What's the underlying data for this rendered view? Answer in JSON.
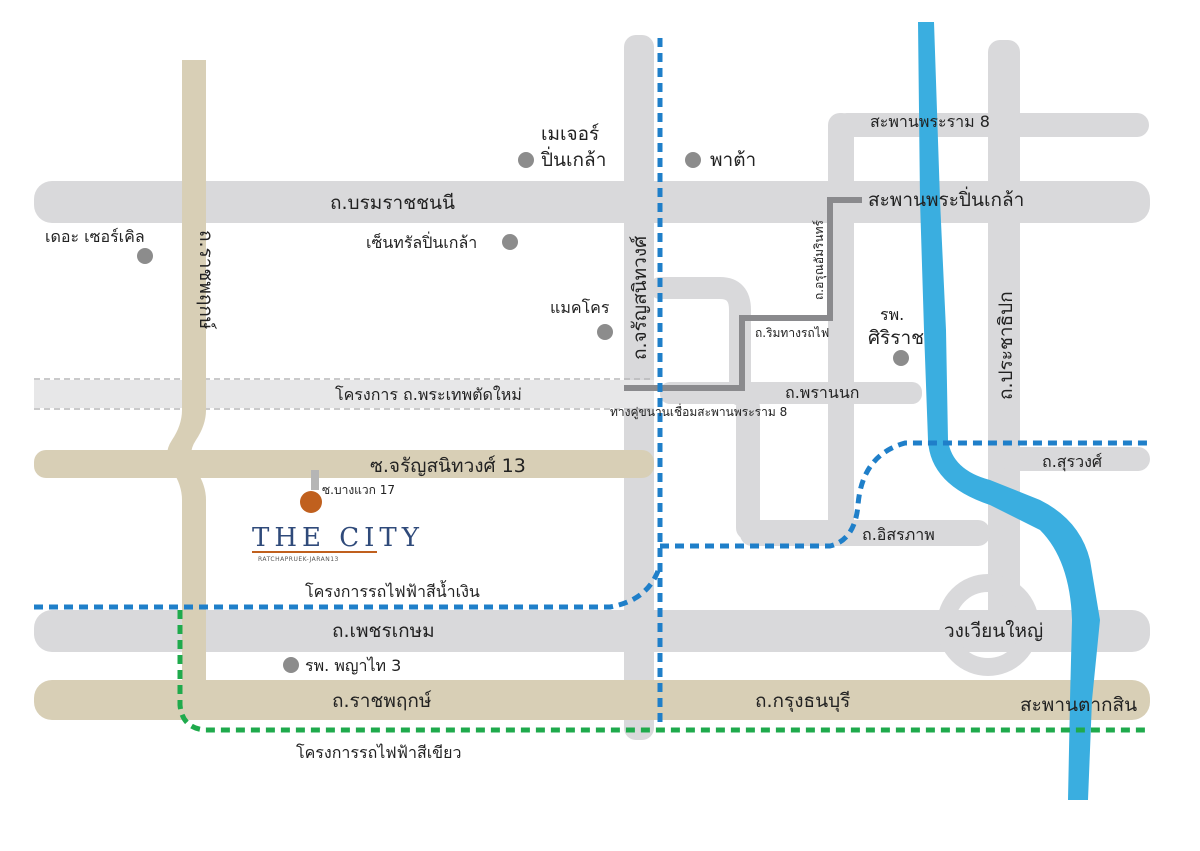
{
  "colors": {
    "road_gray": "#d9d9db",
    "road_beige": "#d8cfb6",
    "road_beige_dark": "#cfc6a9",
    "connector_dark": "#8a8a8d",
    "river": "#3aaee0",
    "blue_line": "#1f7fc9",
    "green_line": "#1faa4c",
    "poi_dot": "#8c8c8c",
    "site_dot": "#c0601e",
    "logo_blue": "#2f4a7a",
    "logo_accent": "#c0601e"
  },
  "roads": {
    "borommaratchachonnani": "ถ.บรมราชชนนี",
    "ratchaphruek_vertical": "ถ.ราชพฤกษ์",
    "charansanitwong_vertical": "ถ.จรัญสนิทวงศ์",
    "arun_amarin": "ถ.อรุณอัมรินทร์",
    "rim_thang_rot_fai": "ถ.ริมทางรถไฟ",
    "phrannok": "ถ.พรานนก",
    "phra_ram_8_link": "ทางคู่ขนานเชื่อมสะพานพระราม 8",
    "new_phetkasem_project": "โครงการ ถ.พระเทพตัดใหม่",
    "soi_charan_13": "ซ.จรัญสนิทวงศ์ 13",
    "soi_bang_waek_17": "ซ.บางแวก 17",
    "phetkasem": "ถ.เพชรเกษม",
    "ratchaphruek_horizontal": "ถ.ราชพฤกษ์",
    "krung_thonburi": "ถ.กรุงธนบุรี",
    "isaraphap": "ถ.อิสรภาพ",
    "surawong": "ถ.สุรวงศ์",
    "prachathipok": "ถ.ประชาธิปก"
  },
  "bridges": {
    "rama_8": "สะพานพระราม 8",
    "pinklao": "สะพานพระปิ่นเกล้า",
    "taksin": "สะพานตากสิน"
  },
  "landmarks": {
    "wongwian_yai": "วงเวียนใหญ่",
    "major_line1": "เมเจอร์",
    "major_line2": "ปิ่นเกล้า",
    "pata": "พาต้า",
    "central_pinklao": "เซ็นทรัลปิ่นเกล้า",
    "the_circle": "เดอะ เซอร์เคิล",
    "makro": "แมคโคร",
    "siriraj_line1": "รพ.",
    "siriraj_line2": "ศิริราช",
    "phyathai3": "รพ. พญาไท 3"
  },
  "transit": {
    "blue_line": "โครงการรถไฟฟ้าสีน้ำเงิน",
    "green_line": "โครงการรถไฟฟ้าสีเขียว"
  },
  "project": {
    "logo_text": "THE CITY",
    "logo_tagline": "RATCHAPRUEK-JARAN13"
  }
}
